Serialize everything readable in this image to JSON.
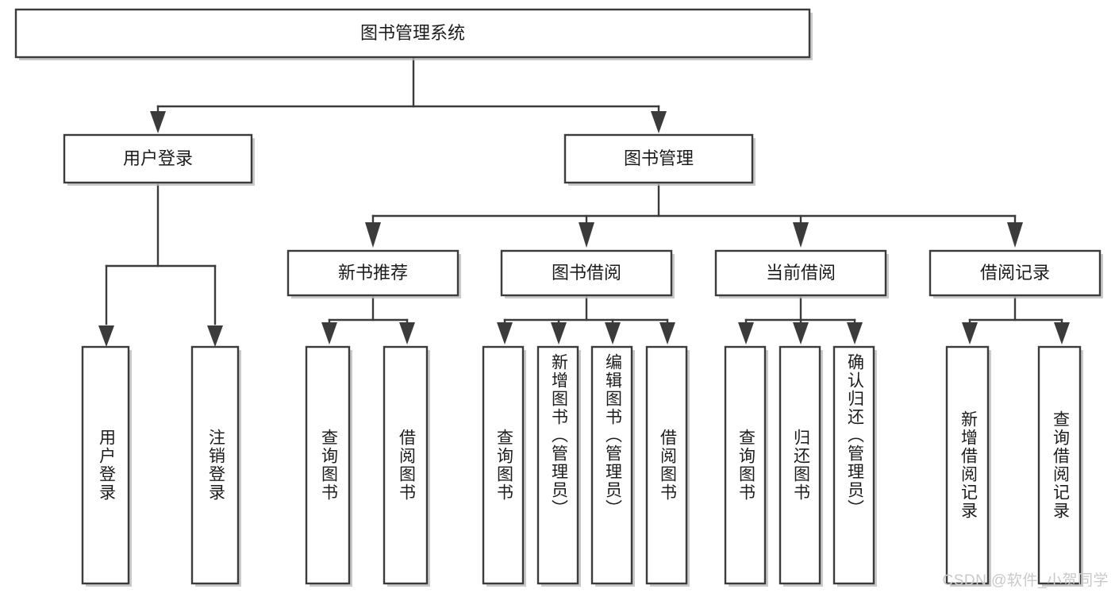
{
  "diagram": {
    "type": "tree",
    "title": "图书管理系统",
    "watermark": "CSDN @软件_小贺同学",
    "colors": {
      "node_fill": "#ffffff",
      "node_stroke": "#3b3b3b",
      "edge": "#3b3b3b",
      "text": "#1c1c1c",
      "watermark": "#c9c9c9",
      "background": "#ffffff"
    },
    "root": {
      "label": "图书管理系统"
    },
    "level2": [
      {
        "label": "用户登录"
      },
      {
        "label": "图书管理"
      }
    ],
    "level3": [
      {
        "label": "新书推荐"
      },
      {
        "label": "图书借阅"
      },
      {
        "label": "当前借阅"
      },
      {
        "label": "借阅记录"
      }
    ],
    "leaves": {
      "user_login": [
        {
          "label": "用户登录"
        },
        {
          "label": "注销登录"
        }
      ],
      "new_book_recommend": [
        {
          "label": "查询图书"
        },
        {
          "label": "借阅图书"
        }
      ],
      "book_borrow": [
        {
          "label": "查询图书"
        },
        {
          "label": "新增图书（管理员）"
        },
        {
          "label": "编辑图书（管理员）"
        },
        {
          "label": "借阅图书"
        }
      ],
      "current_borrow": [
        {
          "label": "查询图书"
        },
        {
          "label": "归还图书"
        },
        {
          "label": "确认归还（管理员）"
        }
      ],
      "borrow_record": [
        {
          "label": "新增借阅记录"
        },
        {
          "label": "查询借阅记录"
        }
      ]
    }
  }
}
